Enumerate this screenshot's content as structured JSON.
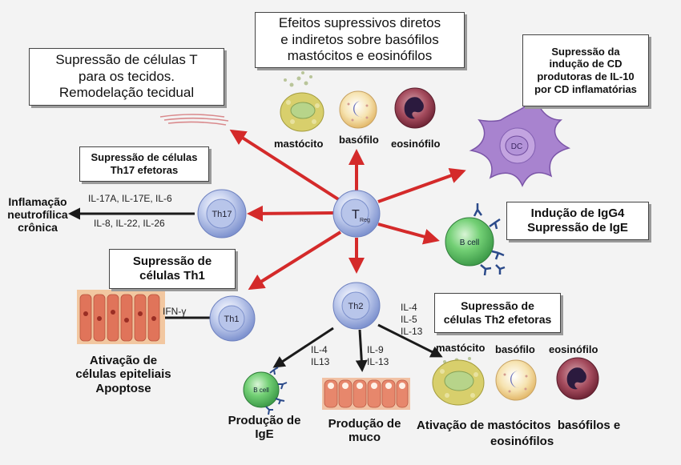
{
  "boxes": {
    "suppression_t_tissues": [
      "Supressão de células T",
      "para os tecidos.",
      "Remodelação tecidual"
    ],
    "suppressive_effects": [
      "Efeitos supressivos diretos",
      "e indiretos sobre basófilos",
      "mastócitos e eosinófilos"
    ],
    "suppression_cd": [
      "Supressão da",
      "indução de CD",
      "produtoras de IL-10",
      "por CD inflamatórias"
    ],
    "suppression_th17": [
      "Supressão de células",
      "Th17 efetoras"
    ],
    "igg4_induction": [
      "Indução de IgG4",
      "Supressão de IgE"
    ],
    "suppression_th1": [
      "Supressão de",
      "células Th1"
    ],
    "suppression_th2": [
      "Supressão de",
      "células Th2 efetoras"
    ]
  },
  "cells": {
    "treg_main": "T",
    "treg_sub": "Reg",
    "th17": "Th17",
    "th2": "Th2",
    "th1": "Th1",
    "dc": "DC",
    "bcell_upper": "B cell",
    "bcell_lower": "B cell"
  },
  "cell_labels": {
    "mastocito_top": "mastócito",
    "basofilo_top": "basófilo",
    "eosinofilo_top": "eosinófilo",
    "mastocito_bottom": "mastócito",
    "basofilo_bottom": "basófilo",
    "eosinofilo_bottom": "eosinófilo"
  },
  "cytokines": {
    "th17_top": "IL-17A, IL-17E, IL-6",
    "th17_bottom": "IL-8, IL-22, IL-26",
    "th1": "IFN-γ",
    "th2_right": [
      "IL-4",
      "IL-5",
      "IL-13"
    ],
    "th2_left": [
      "IL-4",
      "IL13"
    ],
    "th2_mid": [
      "IL-9",
      "IL-13"
    ]
  },
  "outcomes": {
    "neutrophilic": [
      "Inflamação",
      "neutrofílica",
      "crônica"
    ],
    "epithelial": [
      "Ativação de",
      "células epiteliais",
      "Apoptose"
    ],
    "ige_production": [
      "Produção de",
      "IgE"
    ],
    "mucus_production": [
      "Produção de",
      "muco"
    ],
    "activation_line1": "Ativação de mastócitos  basófilos e",
    "activation_line2": "eosinófilos"
  },
  "colors": {
    "red_arrow": "#d42a2a",
    "black_arrow": "#1a1a1a",
    "lymphocyte": "#9fb1df",
    "b_cell": "#5fc76a",
    "dc": "#a883cf",
    "mast_cell": "#d8cf6c",
    "basophil": "#f1d98f",
    "eosinophil": "#8d3747"
  }
}
